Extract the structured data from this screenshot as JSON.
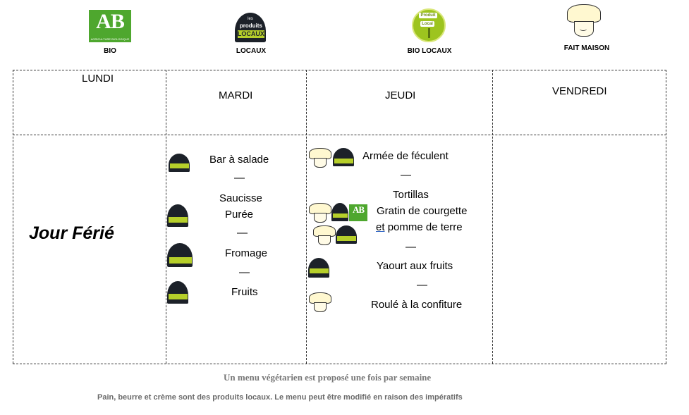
{
  "legend": {
    "bio": {
      "label": "BIO",
      "logo_text": "AB",
      "logo_sub": "AGRICULTURE BIOLOGIQUE"
    },
    "locaux": {
      "label": "LOCAUX",
      "logo_les": "les",
      "logo_band_top": "produits",
      "logo_band_bottom": "LOCAUX"
    },
    "bio_locaux": {
      "label": "BIO LOCAUX",
      "logo_top": "Produit",
      "logo_mid": "Local"
    },
    "fait_maison": {
      "label": "FAIT MAISON"
    }
  },
  "days": {
    "lundi": "LUNDI",
    "mardi": "MARDI",
    "jeudi": "JEUDI",
    "vendredi": "VENDREDI"
  },
  "lundi": {
    "holiday": "Jour Férié"
  },
  "mardi": {
    "items": [
      "Bar à salade",
      "Saucisse",
      "Purée",
      "Fromage",
      "Fruits"
    ],
    "separator": "—"
  },
  "jeudi": {
    "items": [
      "Armée de féculent",
      "Tortillas",
      "Gratin de courgette",
      "et",
      "pomme de terre",
      "Yaourt aux fruits",
      "Roulé à la confiture"
    ],
    "separator": "—"
  },
  "footer": {
    "note_vegetarian": "Un menu végétarien est proposé une fois par semaine",
    "note_local": "Pain, beurre et crème sont des produits locaux. Le menu peut être modifié en raison des impératifs"
  },
  "colors": {
    "ab_green": "#4ea72e",
    "local_dark": "#1c2129",
    "local_lime": "#b6cf2a",
    "biolocal_green": "#9dc41f",
    "note_grey": "#777777"
  }
}
